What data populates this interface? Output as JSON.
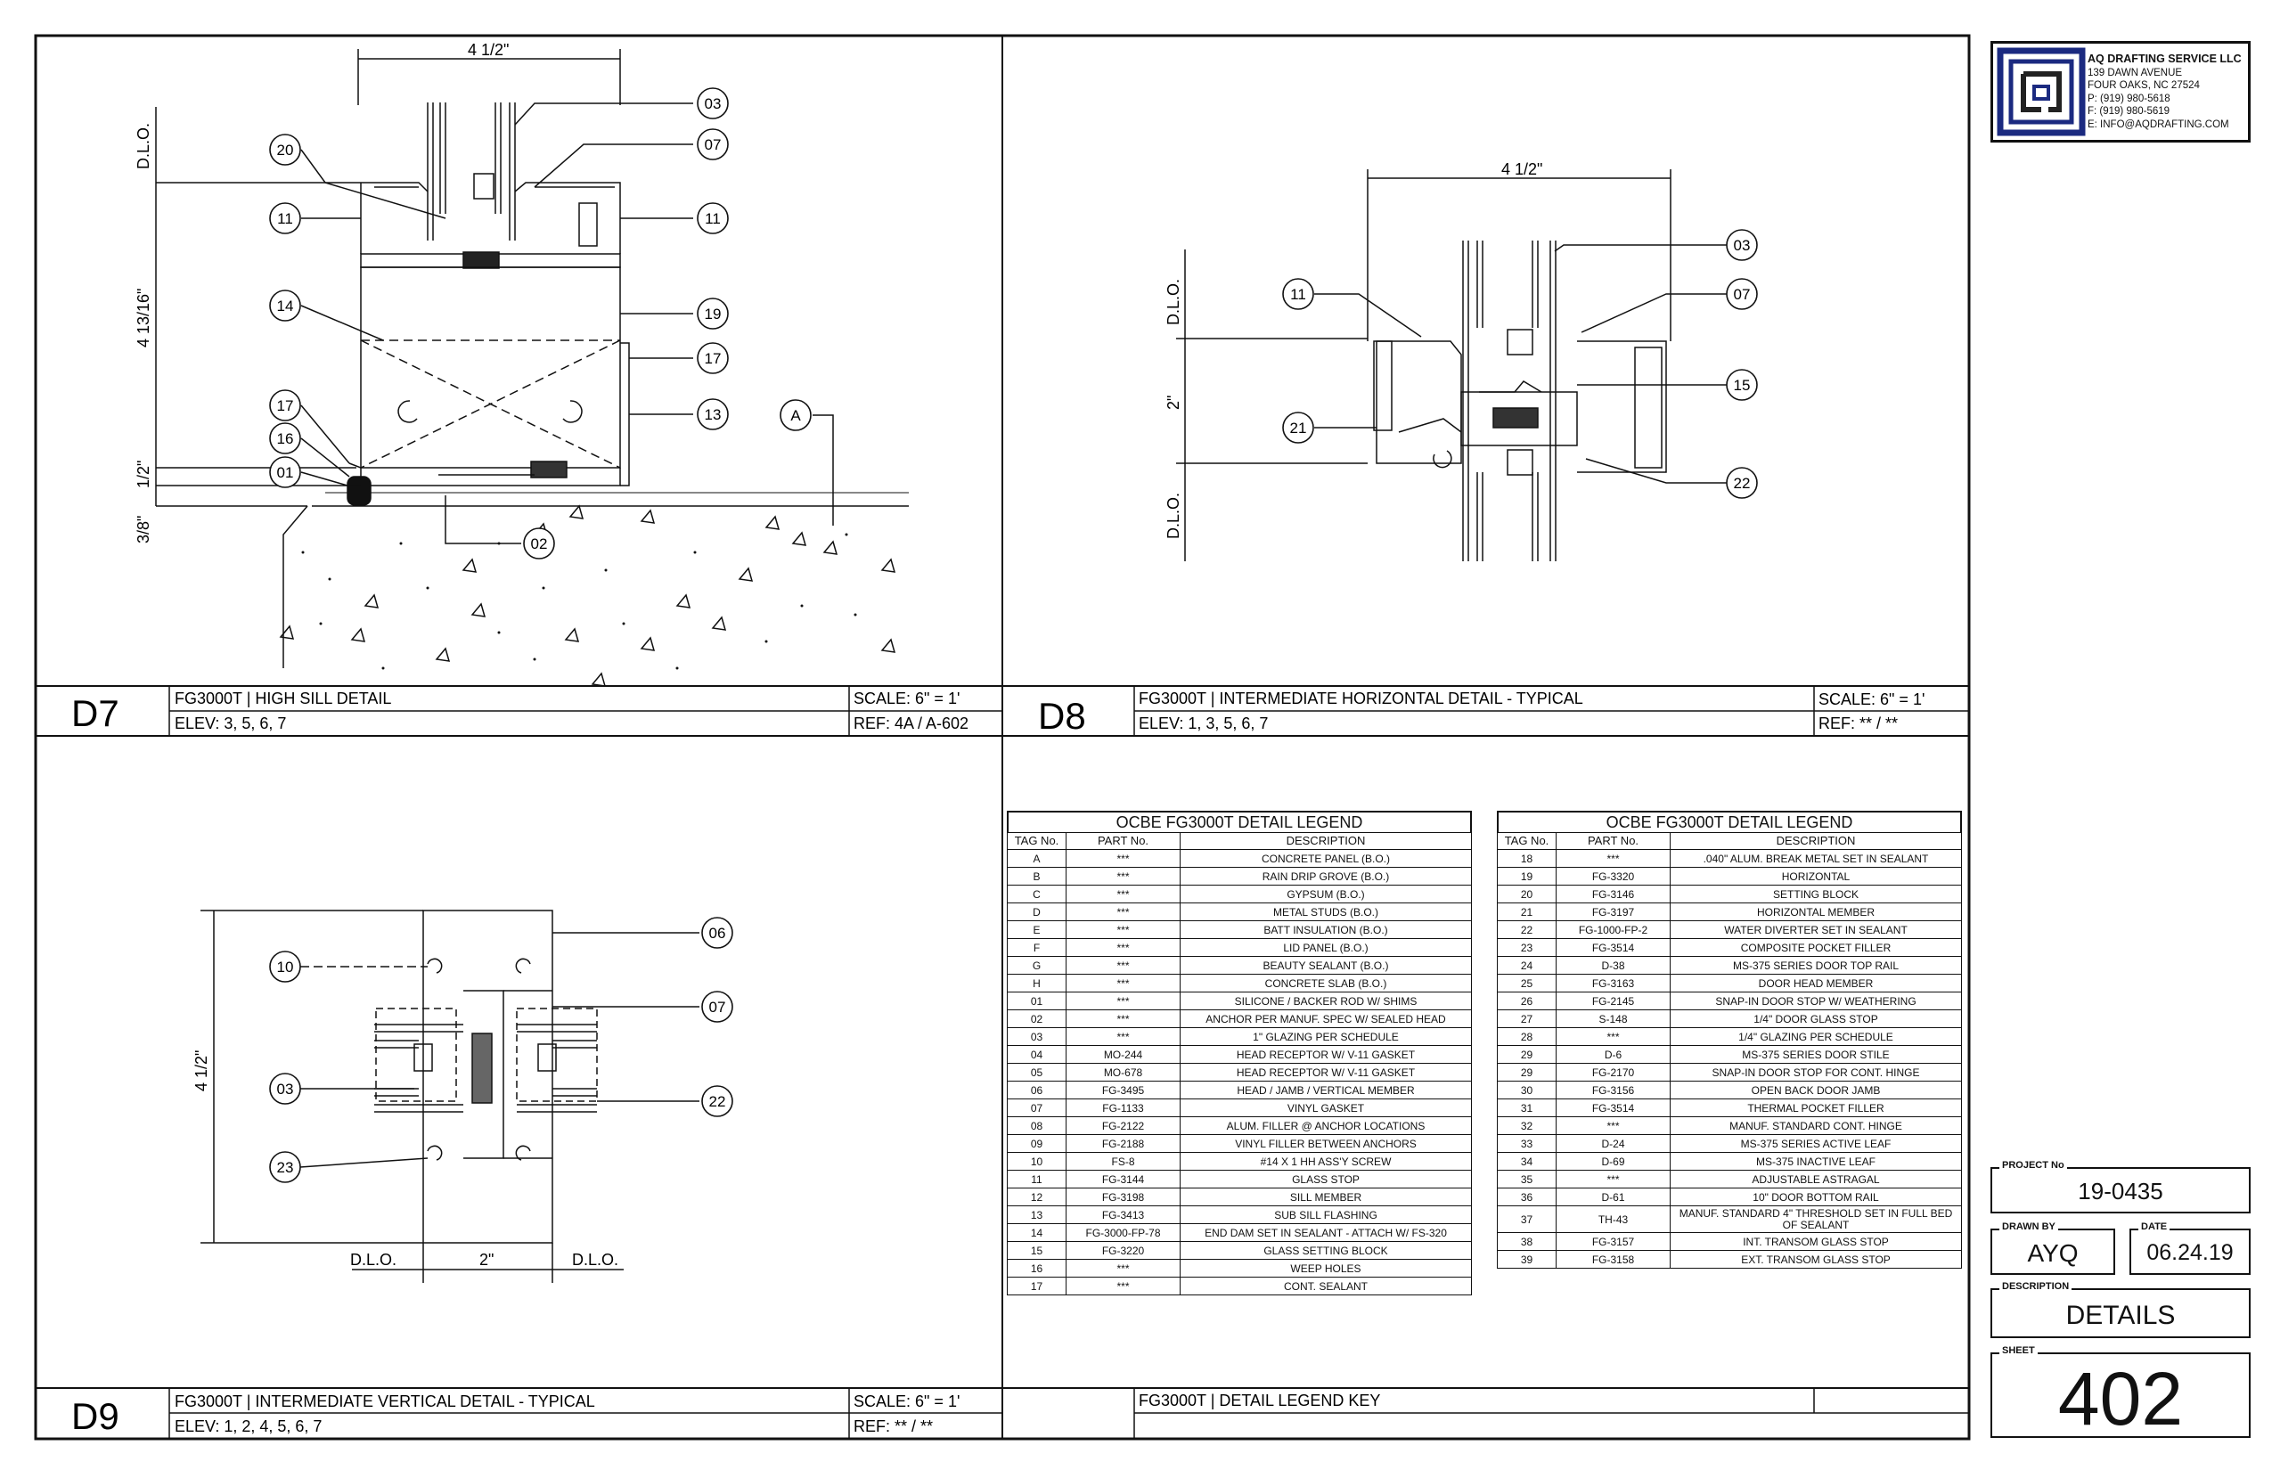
{
  "title_block": {
    "company": "AQ DRAFTING SERVICE LLC",
    "address_lines": [
      "139 DAWN AVENUE",
      "FOUR OAKS, NC  27524",
      "P: (919) 980-5618",
      "F: (919) 980-5619",
      "E: INFO@AQDRAFTING.COM"
    ],
    "project_no_label": "PROJECT No",
    "project_no": "19-0435",
    "drawn_by_label": "DRAWN BY",
    "drawn_by": "AYQ",
    "date_label": "DATE",
    "date": "06.24.19",
    "description_label": "DESCRIPTION",
    "description": "DETAILS",
    "sheet_label": "SHEET",
    "sheet": "402"
  },
  "details": {
    "d7": {
      "id": "D7",
      "title": "FG3000T  |  HIGH SILL DETAIL",
      "elev": "ELEV: 3, 5, 6, 7",
      "scale": "SCALE: 6\" = 1'",
      "ref": "REF: 4A / A-602"
    },
    "d8": {
      "id": "D8",
      "title": "FG3000T  |  INTERMEDIATE HORIZONTAL DETAIL - TYPICAL",
      "elev": "ELEV: 1, 3, 5, 6, 7",
      "scale": "SCALE: 6\" = 1'",
      "ref": "REF: ** / **"
    },
    "d9": {
      "id": "D9",
      "title": "FG3000T  |  INTERMEDIATE VERTICAL DETAIL - TYPICAL",
      "elev": "ELEV: 1, 2, 4, 5, 6, 7",
      "scale": "SCALE: 6\" = 1'",
      "ref": "REF: ** / **"
    },
    "legend_key": {
      "title": "FG3000T  |  DETAIL LEGEND KEY"
    }
  },
  "d7_drawing": {
    "dim_width": "4 1/2\"",
    "dim_dlo": "D.L.O.",
    "dim_height": "4 13/16\"",
    "dim_half": "1/2\"",
    "dim_38": "3/8\"",
    "tags": [
      "03",
      "07",
      "20",
      "11",
      "11",
      "14",
      "19",
      "17",
      "A",
      "13",
      "17",
      "16",
      "01",
      "02"
    ]
  },
  "d8_drawing": {
    "dim_width": "4 1/2\"",
    "dim_dlo_top": "D.L.O.",
    "dim_2": "2\"",
    "dim_dlo_bottom": "D.L.O.",
    "tags": [
      "03",
      "11",
      "07",
      "15",
      "21",
      "22"
    ]
  },
  "d9_drawing": {
    "dim_height": "4 1/2\"",
    "dim_dlo_left": "D.L.O.",
    "dim_2": "2\"",
    "dim_dlo_right": "D.L.O.",
    "tags": [
      "06",
      "10",
      "07",
      "03",
      "22",
      "23"
    ]
  },
  "legend": {
    "title": "OCBE FG3000T DETAIL LEGEND",
    "headers": [
      "TAG No.",
      "PART No.",
      "DESCRIPTION"
    ],
    "left_rows": [
      [
        "A",
        "***",
        "CONCRETE PANEL (B.O.)"
      ],
      [
        "B",
        "***",
        "RAIN DRIP GROVE (B.O.)"
      ],
      [
        "C",
        "***",
        "GYPSUM (B.O.)"
      ],
      [
        "D",
        "***",
        "METAL STUDS (B.O.)"
      ],
      [
        "E",
        "***",
        "BATT INSULATION (B.O.)"
      ],
      [
        "F",
        "***",
        "LID PANEL (B.O.)"
      ],
      [
        "G",
        "***",
        "BEAUTY SEALANT (B.O.)"
      ],
      [
        "H",
        "***",
        "CONCRETE SLAB (B.O.)"
      ],
      [
        "01",
        "***",
        "SILICONE / BACKER ROD W/ SHIMS"
      ],
      [
        "02",
        "***",
        "ANCHOR PER MANUF. SPEC W/ SEALED HEAD"
      ],
      [
        "03",
        "***",
        "1\" GLAZING PER SCHEDULE"
      ],
      [
        "04",
        "MO-244",
        "HEAD RECEPTOR W/ V-11 GASKET"
      ],
      [
        "05",
        "MO-678",
        "HEAD RECEPTOR W/ V-11 GASKET"
      ],
      [
        "06",
        "FG-3495",
        "HEAD / JAMB / VERTICAL MEMBER"
      ],
      [
        "07",
        "FG-1133",
        "VINYL GASKET"
      ],
      [
        "08",
        "FG-2122",
        "ALUM. FILLER @ ANCHOR LOCATIONS"
      ],
      [
        "09",
        "FG-2188",
        "VINYL FILLER BETWEEN ANCHORS"
      ],
      [
        "10",
        "FS-8",
        "#14 X 1 HH ASS'Y SCREW"
      ],
      [
        "11",
        "FG-3144",
        "GLASS STOP"
      ],
      [
        "12",
        "FG-3198",
        "SILL MEMBER"
      ],
      [
        "13",
        "FG-3413",
        "SUB SILL FLASHING"
      ],
      [
        "14",
        "FG-3000-FP-78",
        "END DAM SET IN SEALANT - ATTACH W/ FS-320"
      ],
      [
        "15",
        "FG-3220",
        "GLASS SETTING BLOCK"
      ],
      [
        "16",
        "***",
        "WEEP HOLES"
      ],
      [
        "17",
        "***",
        "CONT. SEALANT"
      ]
    ],
    "right_rows": [
      [
        "18",
        "***",
        ".040\" ALUM. BREAK METAL SET IN SEALANT"
      ],
      [
        "19",
        "FG-3320",
        "HORIZONTAL"
      ],
      [
        "20",
        "FG-3146",
        "SETTING BLOCK"
      ],
      [
        "21",
        "FG-3197",
        "HORIZONTAL MEMBER"
      ],
      [
        "22",
        "FG-1000-FP-2",
        "WATER DIVERTER SET IN SEALANT"
      ],
      [
        "23",
        "FG-3514",
        "COMPOSITE POCKET FILLER"
      ],
      [
        "24",
        "D-38",
        "MS-375 SERIES DOOR TOP RAIL"
      ],
      [
        "25",
        "FG-3163",
        "DOOR HEAD MEMBER"
      ],
      [
        "26",
        "FG-2145",
        "SNAP-IN DOOR STOP W/ WEATHERING"
      ],
      [
        "27",
        "S-148",
        "1/4\" DOOR GLASS STOP"
      ],
      [
        "28",
        "***",
        "1/4\" GLAZING PER SCHEDULE"
      ],
      [
        "29",
        "D-6",
        "MS-375 SERIES DOOR STILE"
      ],
      [
        "29",
        "FG-2170",
        "SNAP-IN DOOR STOP FOR CONT. HINGE"
      ],
      [
        "30",
        "FG-3156",
        "OPEN BACK DOOR JAMB"
      ],
      [
        "31",
        "FG-3514",
        "THERMAL POCKET FILLER"
      ],
      [
        "32",
        "***",
        "MANUF. STANDARD CONT. HINGE"
      ],
      [
        "33",
        "D-24",
        "MS-375 SERIES ACTIVE LEAF"
      ],
      [
        "34",
        "D-69",
        "MS-375 INACTIVE LEAF"
      ],
      [
        "35",
        "***",
        "ADJUSTABLE ASTRAGAL"
      ],
      [
        "36",
        "D-61",
        "10\" DOOR BOTTOM RAIL"
      ],
      [
        "37",
        "TH-43",
        "MANUF. STANDARD 4\" THRESHOLD SET IN FULL BED OF SEALANT"
      ],
      [
        "38",
        "FG-3157",
        "INT. TRANSOM GLASS STOP"
      ],
      [
        "39",
        "FG-3158",
        "EXT. TRANSOM GLASS STOP"
      ]
    ]
  }
}
